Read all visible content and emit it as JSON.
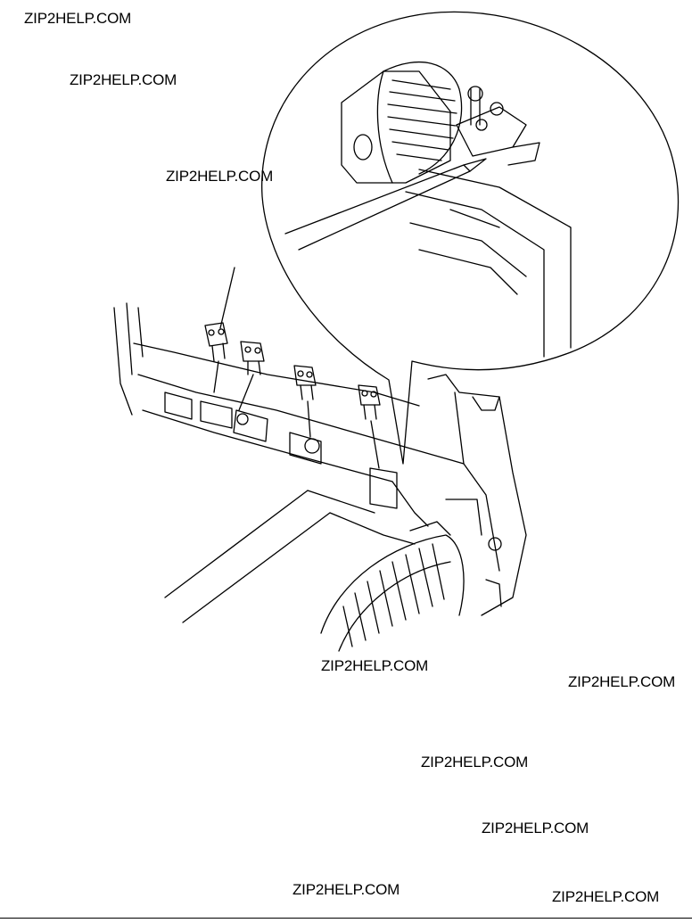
{
  "watermarks": [
    "ZIP2HELP.COM",
    "ZIP2HELP.COM",
    "ZIP2HELP.COM",
    "ZIP2HELP.COM",
    "ZIP2HELP.COM",
    "ZIP2HELP.COM",
    "ZIP2HELP.COM",
    "ZIP2HELP.COM",
    "ZIP2HELP.COM"
  ],
  "colors": {
    "ink": "#000000",
    "paper": "#ffffff"
  }
}
